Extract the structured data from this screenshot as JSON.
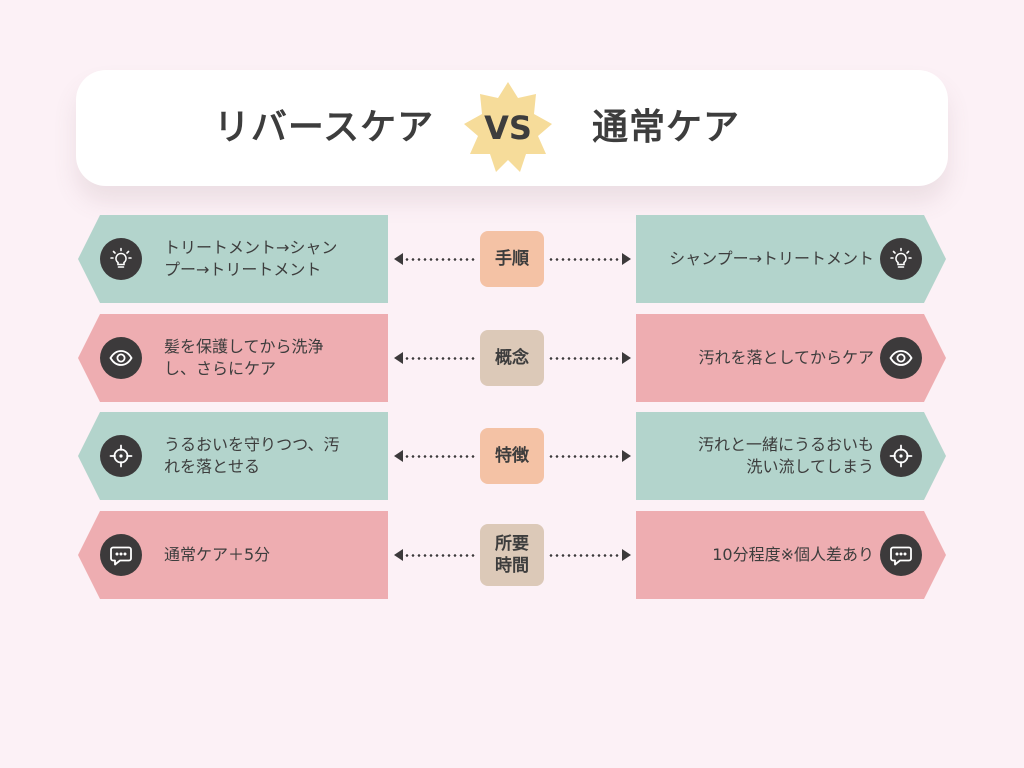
{
  "header": {
    "left_title": "リバースケア",
    "vs_label": "VS",
    "right_title": "通常ケア"
  },
  "colors": {
    "green": "#b3d4cc",
    "pink": "#eeadb1",
    "peach": "#f4c2a5",
    "tan": "#dcc9b8",
    "badge": "#f6dc9a",
    "icon_bg": "#3c3a3b"
  },
  "rows": [
    {
      "label_lines": [
        "手順"
      ],
      "icon": "lightbulb-icon",
      "left_lines": [
        "トリートメント→シャン",
        "プー→トリートメント"
      ],
      "right_lines": [
        "シャンプー→トリートメント"
      ]
    },
    {
      "label_lines": [
        "概念"
      ],
      "icon": "eye-icon",
      "left_lines": [
        "髪を保護してから洗浄",
        "し、さらにケア"
      ],
      "right_lines": [
        "汚れを落としてからケア"
      ]
    },
    {
      "label_lines": [
        "特徴"
      ],
      "icon": "target-icon",
      "left_lines": [
        "うるおいを守りつつ、汚",
        "れを落とせる"
      ],
      "right_lines": [
        "汚れと一緒にうるおいも",
        "洗い流してしまう"
      ]
    },
    {
      "label_lines": [
        "所要",
        "時間"
      ],
      "icon": "chat-bubble-icon",
      "left_lines": [
        "通常ケア＋5分"
      ],
      "right_lines": [
        "10分程度※個人差あり"
      ]
    }
  ]
}
